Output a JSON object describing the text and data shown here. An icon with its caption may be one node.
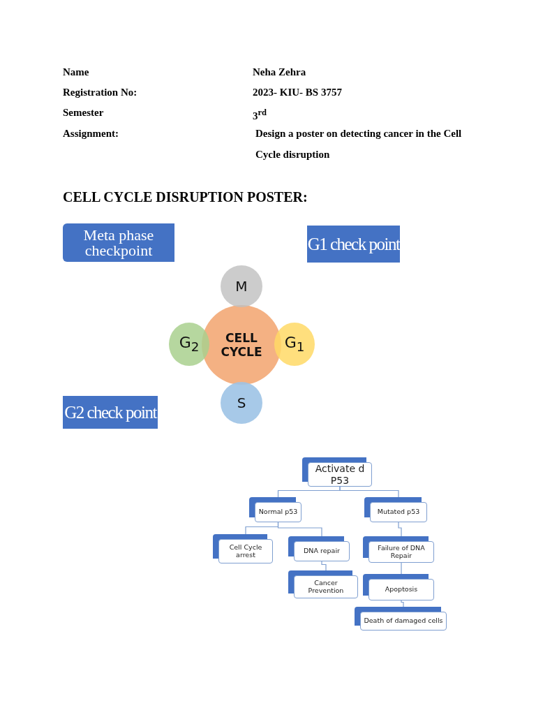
{
  "diagram": {
    "title": "CELL CYCLE DISRUPTION POSTER:",
    "nodes": [
      {
        "text": [
          "Meta phase checkpoint"
        ]
      },
      {
        "text": [
          "G1 check point"
        ]
      },
      {
        "text": [
          "M"
        ]
      },
      {
        "text": [
          "CELL CYCLE"
        ]
      },
      {
        "text": [
          "G$_{2}$"
        ]
      },
      {
        "text": [
          "G$_{1}$"
        ]
      },
      {
        "text": [
          "S"
        ]
      },
      {
        "text": [
          "G2 check point"
        ]
      },
      {
        "text": [
          "Activate d P53"
        ]
      },
      {
        "text": [
          "Normal p53"
        ]
      },
      {
        "text": [
          "Mutated p53"
        ]
      },
      {
        "text": [
          "Cell Cycle arrest"
        ]
      },
      {
        "text": [
          "DNA repair"
        ]
      },
      {
        "text": [
          "Cancer Prevention"
        ]
      },
      {
        "text": [
          "Failure of DNA Repair"
        ]
      },
      {
        "text": [
          "Apoptosis"
        ]
      },
      {
        "text": [
          "Death of damaged cells"
        ]
      }
    ],
    "edges": [
      {
        "from": 8,
        "to": 9,
        "arrow": "none"
      },
      {
        "from": 8,
        "to": 10,
        "arrow": "none"
      },
      {
        "from": 9,
        "to": 11,
        "arrow": "none"
      },
      {
        "from": 9,
        "to": 12,
        "arrow": "none"
      },
      {
        "from": 12,
        "to": 13,
        "arrow": "none"
      },
      {
        "from": 10,
        "to": 14,
        "arrow": "none"
      },
      {
        "from": 14,
        "to": 15,
        "arrow": "none"
      },
      {
        "from": 15,
        "to": 16,
        "arrow": "none"
      }
    ],
    "labels": [
      "Name",
      "Neha Zehra",
      "Registration No:",
      "2023- KIU- BS 3757",
      "Semester",
      "3$^{rd}$",
      "Assignment:",
      "Design a poster on detecting cancer in the Cell Cycle disruption"
    ]
  }
}
